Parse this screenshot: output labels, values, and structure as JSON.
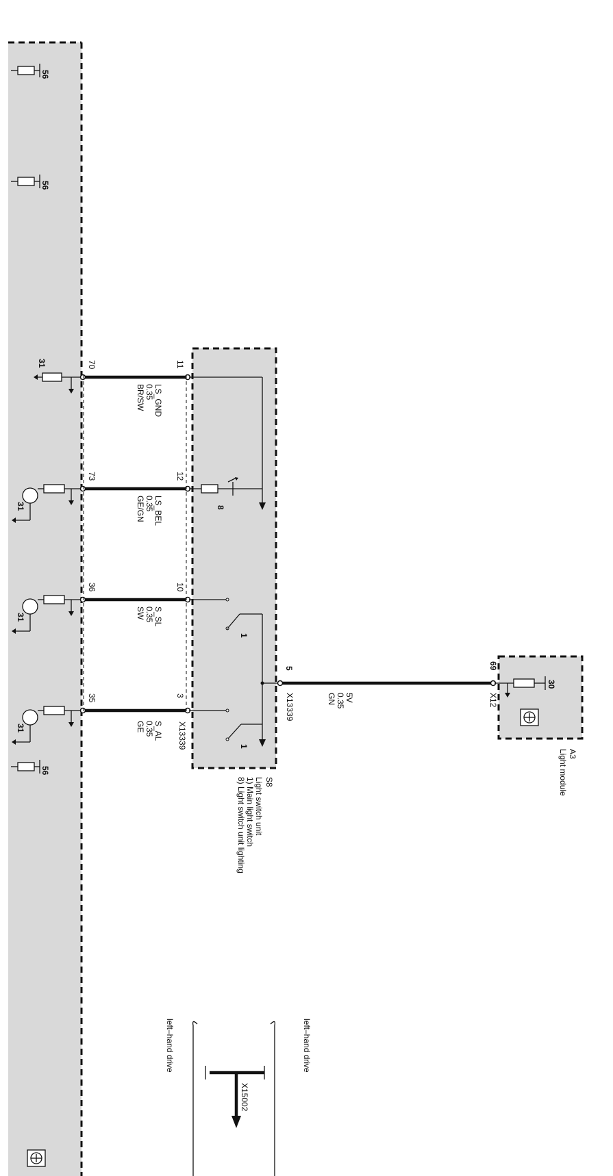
{
  "modules": {
    "a3": {
      "id": "A3",
      "name": "Light module",
      "connector": "X12",
      "pin": "69",
      "supply_terminal": "30"
    },
    "s8": {
      "id": "S8",
      "name": "Light switch unit",
      "notes": [
        "1) Main light switch",
        "8) Light switch unit lighting"
      ],
      "connector": "X13339",
      "supply_pin": "5",
      "switch_marks": [
        "1",
        "1"
      ],
      "lamp_mark": "8"
    }
  },
  "supply_wire": {
    "signal": "5V",
    "gauge": "0.35",
    "color": "GN",
    "connector_label": "X13339"
  },
  "wires": [
    {
      "signal": "LS_GND",
      "gauge": "0.35",
      "color": "BR/SW",
      "left_pin": "70",
      "right_pin": "11",
      "ground_terminal": "31"
    },
    {
      "signal": "LS_BEL",
      "gauge": "0.35",
      "color": "GE/GN",
      "left_pin": "73",
      "right_pin": "12",
      "ground_terminal": "31"
    },
    {
      "signal": "S_SL",
      "gauge": "0.35",
      "color": "SW",
      "left_pin": "36",
      "right_pin": "10",
      "ground_terminal": "31"
    },
    {
      "signal": "S_AL",
      "gauge": "0.35",
      "color": "GE",
      "left_pin": "35",
      "right_pin": "3",
      "ground_terminal": "31"
    }
  ],
  "terminal_56_labels": [
    "56",
    "56",
    "56"
  ],
  "left_hand_drive": {
    "labels": [
      "left–hand drive",
      "left–hand drive"
    ],
    "connector": "X15002"
  }
}
